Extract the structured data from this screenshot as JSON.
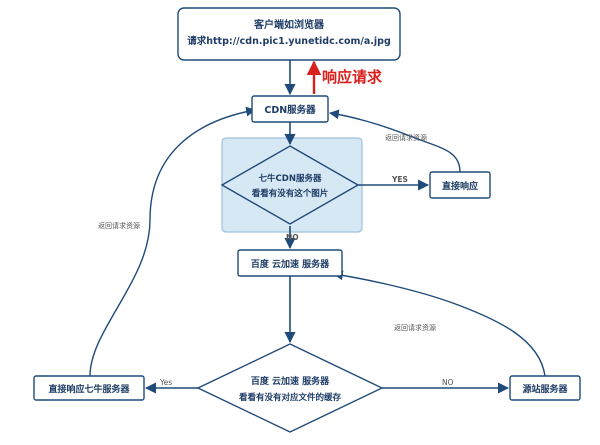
{
  "colors": {
    "stroke": "#1f4b7a",
    "text": "#1f3d66",
    "highlight_fill": "#d6e8f3",
    "highlight_border": "#9cc2da",
    "callout": "#d8201d"
  },
  "nodes": {
    "client": {
      "line1": "客户端如浏览器",
      "line2": "请求http://cdn.pic1.yunetidc.com/a.jpg"
    },
    "cdn": {
      "label": "CDN服务器"
    },
    "qiniu_check": {
      "line1": "七牛CDN服务器",
      "line2": "看看有没有这个图片"
    },
    "direct_response": {
      "label": "直接响应"
    },
    "baidu": {
      "label": "百度 云加速 服务器"
    },
    "baidu_check": {
      "line1": "百度 云加速 服务器",
      "line2": "看看有没有对应文件的缓存"
    },
    "direct_qiniu": {
      "label": "直接响应七牛服务器"
    },
    "origin": {
      "label": "源站服务器"
    }
  },
  "edges": {
    "yes_upper": "YES",
    "no_upper": "NO",
    "yes_lower": "Yes",
    "no_lower": "NO",
    "return_upper_right": "返回请求资源",
    "return_left": "返回请求资源",
    "return_lower_right": "返回请求资源"
  },
  "callout": {
    "label": "响应请求"
  }
}
